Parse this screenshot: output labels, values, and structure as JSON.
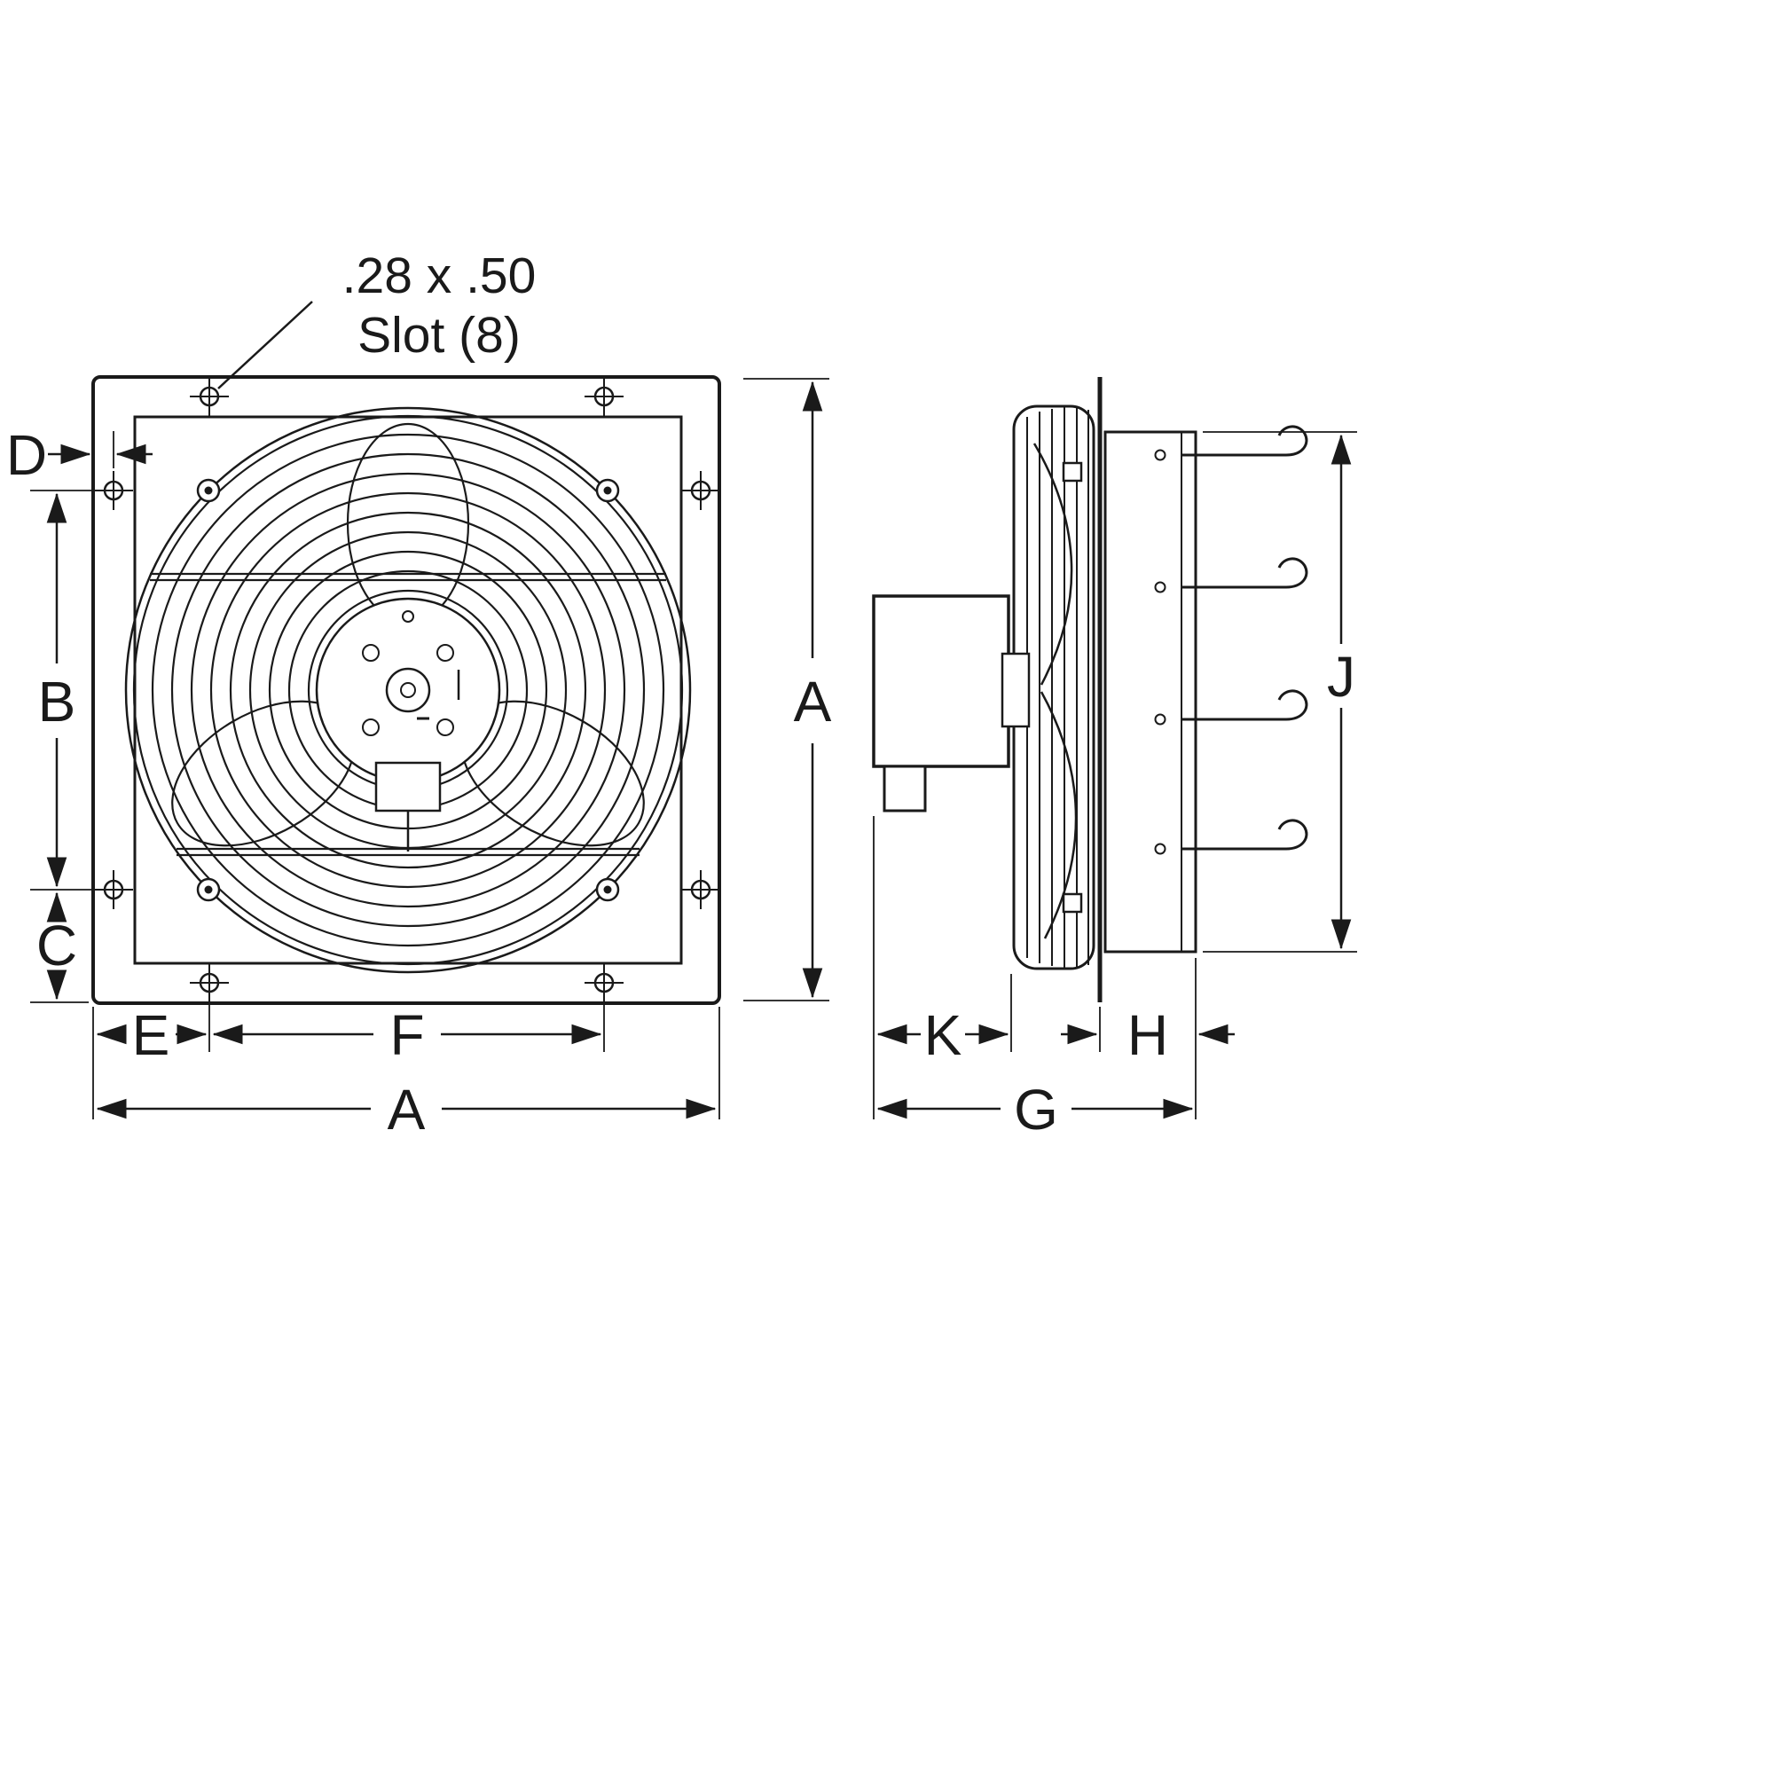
{
  "drawing": {
    "annotation": {
      "slot_size": ".28 x .50",
      "slot_count": "Slot (8)"
    },
    "dimensions": {
      "front": {
        "overall_width": "A",
        "slot_row_spacing": "B",
        "slot_to_bottom_edge": "C",
        "edge_to_slot_side": "D",
        "edge_to_slot_bottom": "E",
        "slot_column_spacing": "F"
      },
      "side": {
        "overall_height": "A",
        "overall_depth": "G",
        "shutter_frame_depth": "H",
        "shutter_height": "J",
        "motor_projection": "K"
      }
    },
    "colors": {
      "line": "#1a1a1a",
      "background": "#ffffff"
    }
  }
}
